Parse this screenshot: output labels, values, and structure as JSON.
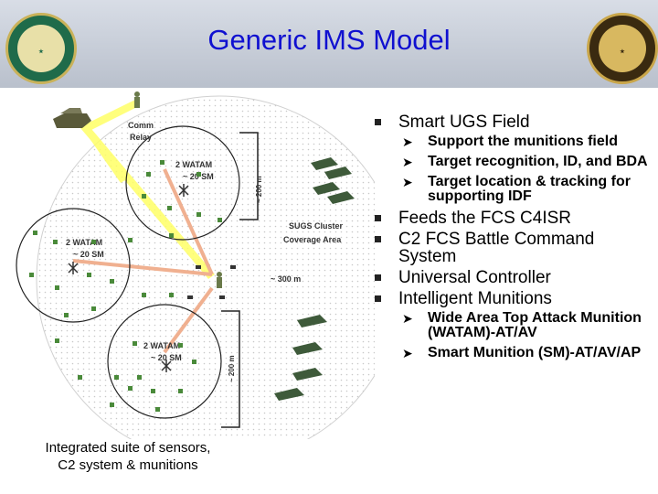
{
  "title": "Generic IMS Model",
  "diagram": {
    "comm_relay": "Comm\nRelay",
    "cluster_top": "2 WATAM\n~ 20 SM",
    "cluster_left": "2 WATAM\n~ 20 SM",
    "cluster_bottom": "2 WATAM\n~ 20 SM",
    "dim_top": "~ 200 m",
    "dim_bottom": "~ 200 m",
    "coverage": "SUGS Cluster\nCoverage Area",
    "range": "~ 300 m"
  },
  "bullets": [
    {
      "text": "Smart UGS Field",
      "subs": [
        "Support the munitions field",
        "Target recognition, ID, and BDA",
        "Target location & tracking for supporting IDF"
      ]
    },
    {
      "text": "Feeds the FCS C4ISR",
      "subs": []
    },
    {
      "text": "C2 FCS Battle Command System",
      "subs": []
    },
    {
      "text": "Universal Controller",
      "subs": []
    },
    {
      "text": "Intelligent Munitions",
      "subs": [
        "Wide Area Top Attack Munition (WATAM)-AT/AV",
        "Smart Munition (SM)-AT/AV/AP"
      ]
    }
  ],
  "caption": "Integrated suite of sensors, C2 system & munitions"
}
